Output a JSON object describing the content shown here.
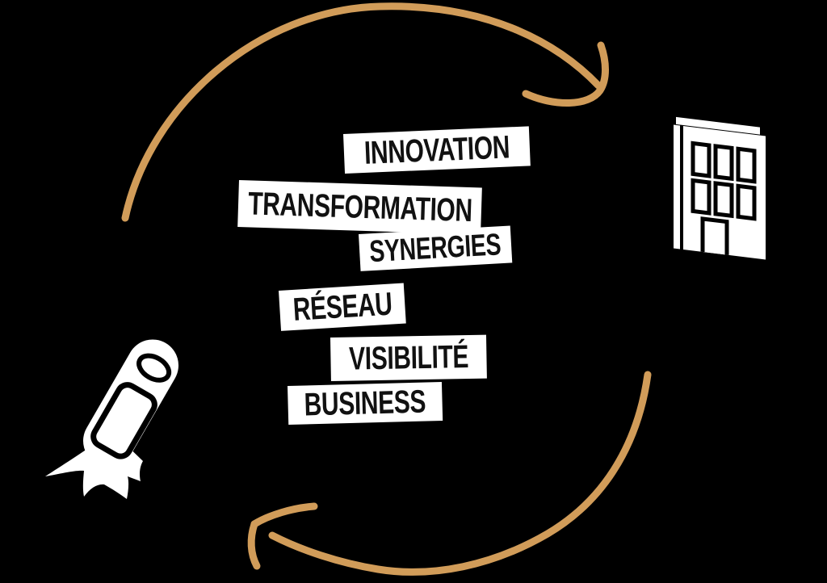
{
  "diagram": {
    "keywords": [
      {
        "id": "innovation",
        "text": "INNOVATION"
      },
      {
        "id": "transformation",
        "text": "TRANSFORMATION"
      },
      {
        "id": "synergies",
        "text": "SYNERGIES"
      },
      {
        "id": "reseau",
        "text": "RÉSEAU"
      },
      {
        "id": "visibilite",
        "text": "VISIBILITÉ"
      },
      {
        "id": "business",
        "text": "BUSINESS"
      }
    ],
    "icons": [
      {
        "name": "cycle-arrow-top"
      },
      {
        "name": "cycle-arrow-bottom"
      },
      {
        "name": "building-icon"
      },
      {
        "name": "rocket-icon"
      }
    ],
    "colors": {
      "background": "#000000",
      "arrow": "#D19C59",
      "label_background": "#FFFFFF",
      "label_text": "#111111",
      "icon_fill": "#FFFFFF",
      "icon_outline": "#000000"
    }
  }
}
